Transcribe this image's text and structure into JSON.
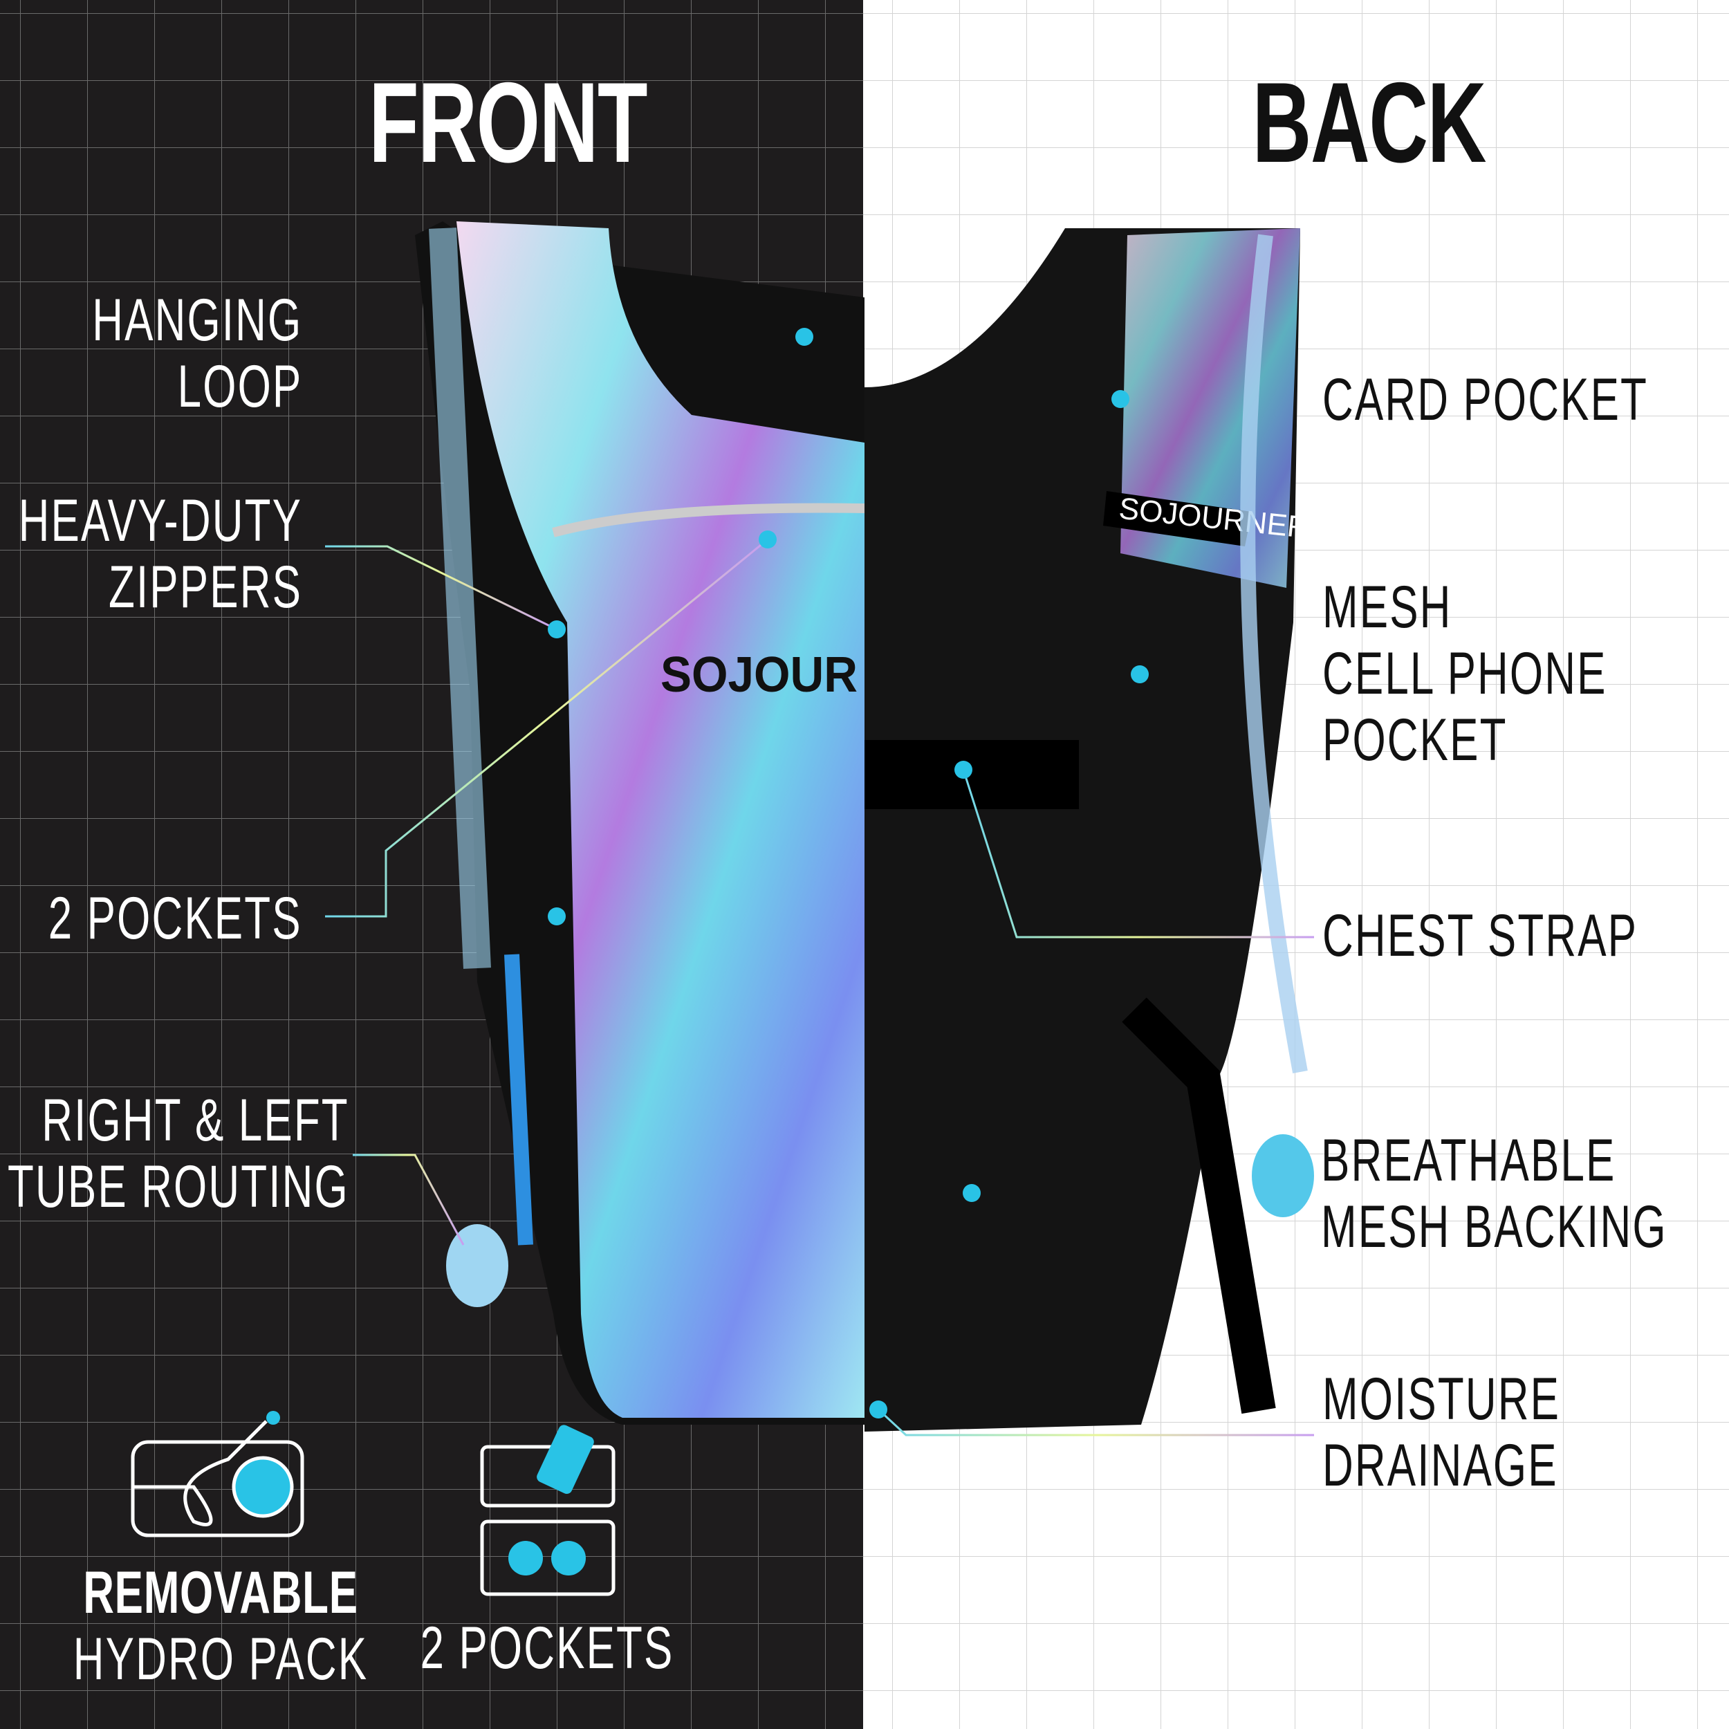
{
  "headings": {
    "front": "FRONT",
    "back": "BACK"
  },
  "brand_logo_text": "SOJOURNER",
  "front_features": [
    {
      "lines": [
        "HANGING",
        "LOOP"
      ]
    },
    {
      "lines": [
        "HEAVY-DUTY",
        "ZIPPERS"
      ]
    },
    {
      "lines": [
        "2 POCKETS"
      ]
    },
    {
      "lines": [
        "RIGHT & LEFT",
        "TUBE ROUTING"
      ]
    }
  ],
  "back_features": [
    {
      "lines": [
        "CARD POCKET"
      ]
    },
    {
      "lines": [
        "MESH",
        "CELL PHONE",
        "POCKET"
      ]
    },
    {
      "lines": [
        "CHEST STRAP"
      ]
    },
    {
      "lines": [
        "BREATHABLE",
        "MESH BACKING"
      ]
    },
    {
      "lines": [
        "MOISTURE",
        "DRAINAGE"
      ]
    }
  ],
  "bottom_badges": [
    {
      "icon": "hydration-bladder-icon",
      "title": "REMOVABLE",
      "subtitle": "HYDRO PACK"
    },
    {
      "icon": "phone-and-sunglasses-pockets-icon",
      "subtitle": "2 POCKETS"
    }
  ],
  "colors": {
    "front_bg": "#1e1c1d",
    "back_bg": "#ffffff",
    "accent": "#29c3e6",
    "grid_dark": "#6a6a6a",
    "grid_light": "#d4d4d4"
  }
}
